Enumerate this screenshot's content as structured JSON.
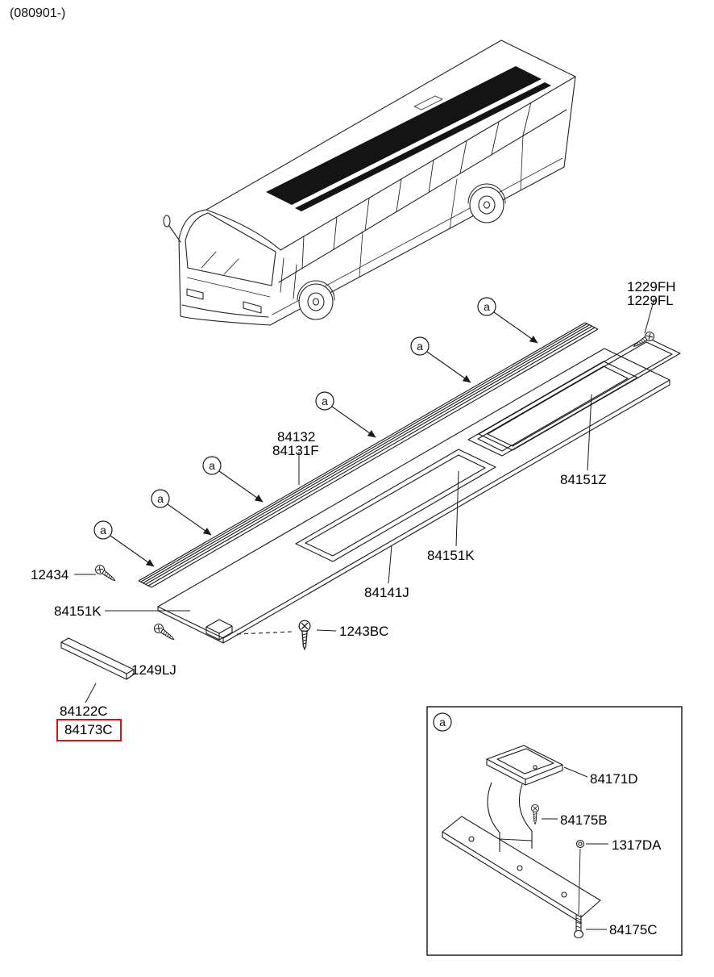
{
  "header": {
    "code": "(080901-)"
  },
  "colors": {
    "highlight": "#dd1111",
    "line": "#1a1a1a"
  },
  "marker": {
    "letter": "a"
  },
  "icons": {
    "screw": "screw-icon",
    "bolt": "bolt-icon",
    "nut": "nut-icon"
  },
  "callouts": {
    "c1229fh": "1229FH",
    "c1229fl": "1229FL",
    "c84132": "84132",
    "c84131f": "84131F",
    "c84151z": "84151Z",
    "c84151k_mid": "84151K",
    "c84141j": "84141J",
    "c12434": "12434",
    "c84151k_left": "84151K",
    "c1243bc": "1243BC",
    "c1249lj": "1249LJ",
    "c84122c": "84122C",
    "c84173c": "84173C"
  },
  "detail_box": {
    "marker": "a",
    "c84171d": "84171D",
    "c84175b": "84175B",
    "c1317da": "1317DA",
    "c84175c": "84175C"
  }
}
